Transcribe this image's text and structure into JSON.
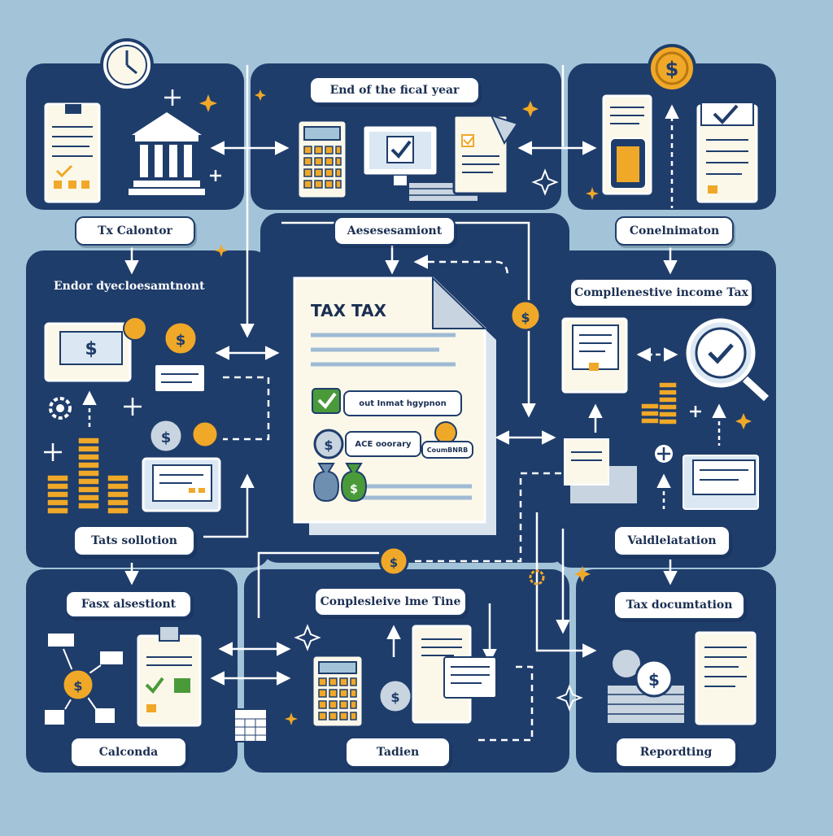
{
  "labels": {
    "fiscal_year": "End of the ficaI year",
    "tax_calendar": "Tx Calontor",
    "assessment_top": "Aesesesamiont",
    "consultation": "Conelnimaton",
    "endor_development": "Endor dyecloesamtnont",
    "complementive_income_tax": "Compllenestive income Tax",
    "tax_collection": "Tats sollotion",
    "validation": "Valdlelatation",
    "fax_assessment": "Fasx alsestiont",
    "complesive_line_time": "Conplesleive lme Tine",
    "tax_documentation": "Tax documtation",
    "calendar": "Calconda",
    "tadien": "Tadien",
    "reporting": "Repordting"
  },
  "document": {
    "title": "TAX TAX",
    "pill_checked": "out Inmat hgypnon",
    "pill_note": "ACE ooorary",
    "pill_right": "CoumBNRB"
  },
  "colors": {
    "background": "#a3c4d8",
    "panel": "#1f3d6b",
    "panel_dark": "#16305a",
    "accent_gold": "#f0a828",
    "accent_green": "#4a9a3a",
    "paper": "#fbf8ea"
  },
  "icons": [
    "clock-icon",
    "coin-icon",
    "bank-icon",
    "calculator-icon",
    "monitor-check-icon",
    "clipboard-check-icon",
    "magnifier-check-icon",
    "money-bag-icon",
    "gear-icon",
    "folder-icon",
    "envelope-icon",
    "sparkle-icon",
    "plus-icon"
  ]
}
